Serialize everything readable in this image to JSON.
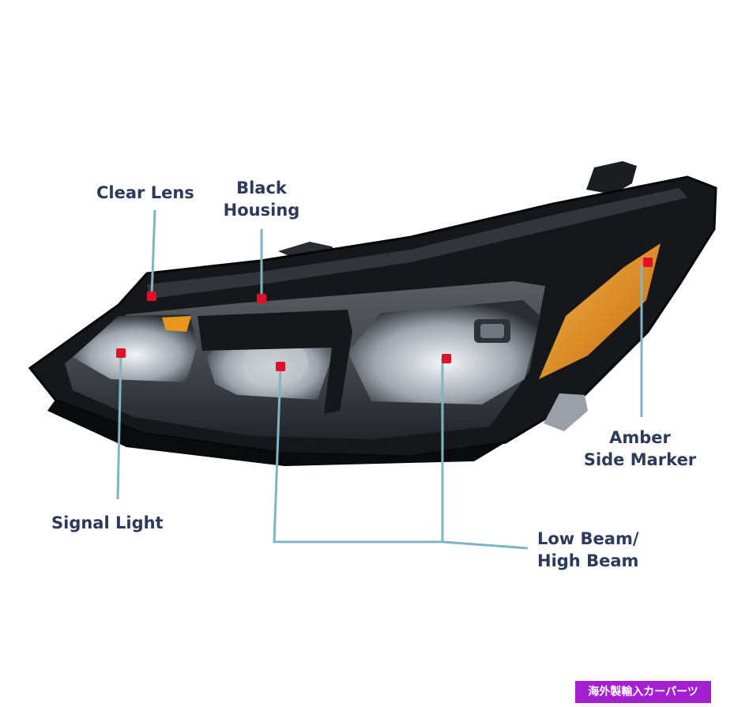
{
  "labels": {
    "clear_lens": "Clear Lens",
    "black_housing": [
      "Black",
      "Housing"
    ],
    "amber_side_marker": [
      "Amber",
      "Side Marker"
    ],
    "signal_light": "Signal Light",
    "beam": [
      "Low Beam/",
      "High Beam"
    ]
  },
  "badge": "海外製輸入カーパーツ",
  "colors": {
    "label_text": "#2b3b59",
    "callout_line": "#7fb6c1",
    "marker_dot": "#e0102a",
    "amber_lens": "#e8971d",
    "housing": "#15171b",
    "badge_bg": "#a31fd0"
  },
  "icons": [
    "headlight-image",
    "callout-dot"
  ]
}
